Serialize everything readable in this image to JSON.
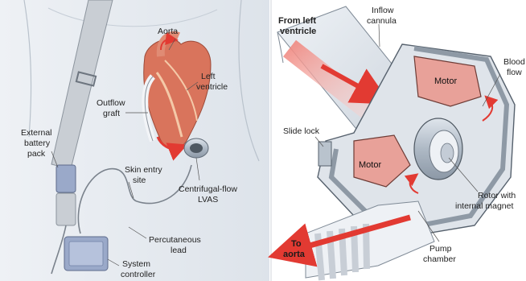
{
  "left_panel": {
    "labels": {
      "aorta": "Aorta",
      "left_ventricle_1": "Left",
      "left_ventricle_2": "ventricle",
      "outflow_graft_1": "Outflow",
      "outflow_graft_2": "graft",
      "external_battery_1": "External",
      "external_battery_2": "battery",
      "external_battery_3": "pack",
      "skin_entry_1": "Skin entry",
      "skin_entry_2": "site",
      "centrifugal_1": "Centrifugal-flow",
      "centrifugal_2": "LVAS",
      "percutaneous_1": "Percutaneous",
      "percutaneous_2": "lead",
      "system_controller_1": "System",
      "system_controller_2": "controller"
    }
  },
  "right_panel": {
    "labels": {
      "from_left_1": "From left",
      "from_left_2": "ventricle",
      "inflow_1": "Inflow",
      "inflow_2": "cannula",
      "blood_flow_1": "Blood",
      "blood_flow_2": "flow",
      "motor_top": "Motor",
      "motor_bottom": "Motor",
      "slide_lock": "Slide lock",
      "rotor_1": "Rotor with",
      "rotor_2": "internal magnet",
      "pump_1": "Pump",
      "pump_2": "chamber",
      "to_aorta_1": "To",
      "to_aorta_2": "aorta"
    }
  },
  "colors": {
    "left_bg": "#e9edf2",
    "right_bg": "#ffffff",
    "device_metal": "#b9c3cd",
    "motor_fill": "#e8a199",
    "flow_red": "#e23a32",
    "heart": "#d9745c",
    "battery": "#9aa9c9"
  }
}
